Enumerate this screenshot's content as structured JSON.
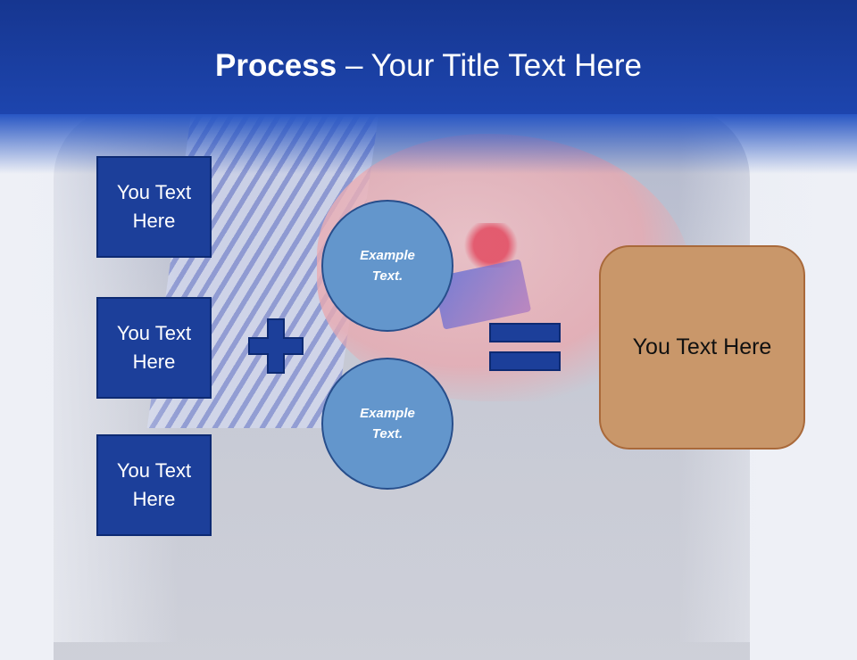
{
  "title": {
    "bold": "Process",
    "rest": " – Your Title Text Here"
  },
  "inputs": [
    {
      "label": "You Text\nHere"
    },
    {
      "label": "You Text\nHere"
    },
    {
      "label": "You Text\nHere"
    }
  ],
  "circles": [
    {
      "label": "Example\nText."
    },
    {
      "label": "Example\nText."
    }
  ],
  "result": {
    "label": "You Text Here"
  },
  "colors": {
    "header": "#1d45ae",
    "box_fill": "#1c3f9a",
    "circle_fill": "#6396cc",
    "result_fill": "#c9976a",
    "operator": "#1c3f9a"
  }
}
